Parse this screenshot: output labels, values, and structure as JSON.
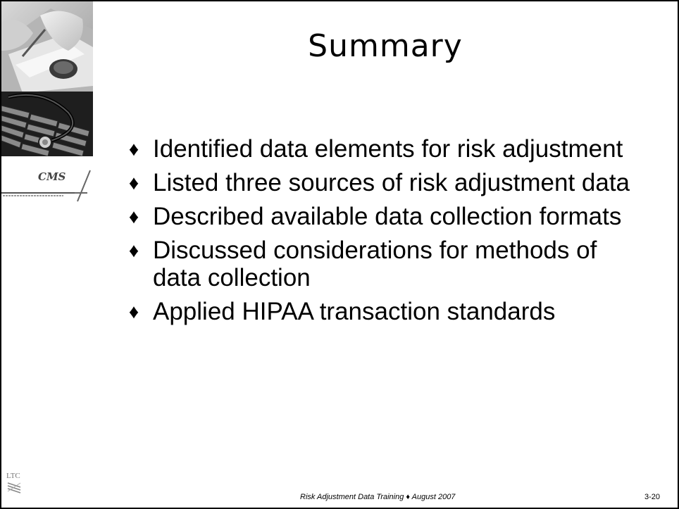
{
  "slide": {
    "title": "Summary",
    "bullet_symbol": "♦",
    "bullets": [
      "Identified data elements for risk adjustment",
      "Listed three sources of risk adjustment data",
      "Described available data collection formats",
      "Discussed considerations for methods of data collection",
      "Applied HIPAA transaction standards"
    ]
  },
  "logos": {
    "cms": "CMS",
    "ltc": "LTC"
  },
  "footer": {
    "text": "Risk Adjustment Data Training ♦ August 2007",
    "page_number": "3-20"
  },
  "icons": {
    "photo_top": "medical-records-photo",
    "photo_bottom": "stethoscope-keyboard-photo",
    "cms_logo": "cms-logo",
    "ltc_logo": "ltc-logo"
  }
}
